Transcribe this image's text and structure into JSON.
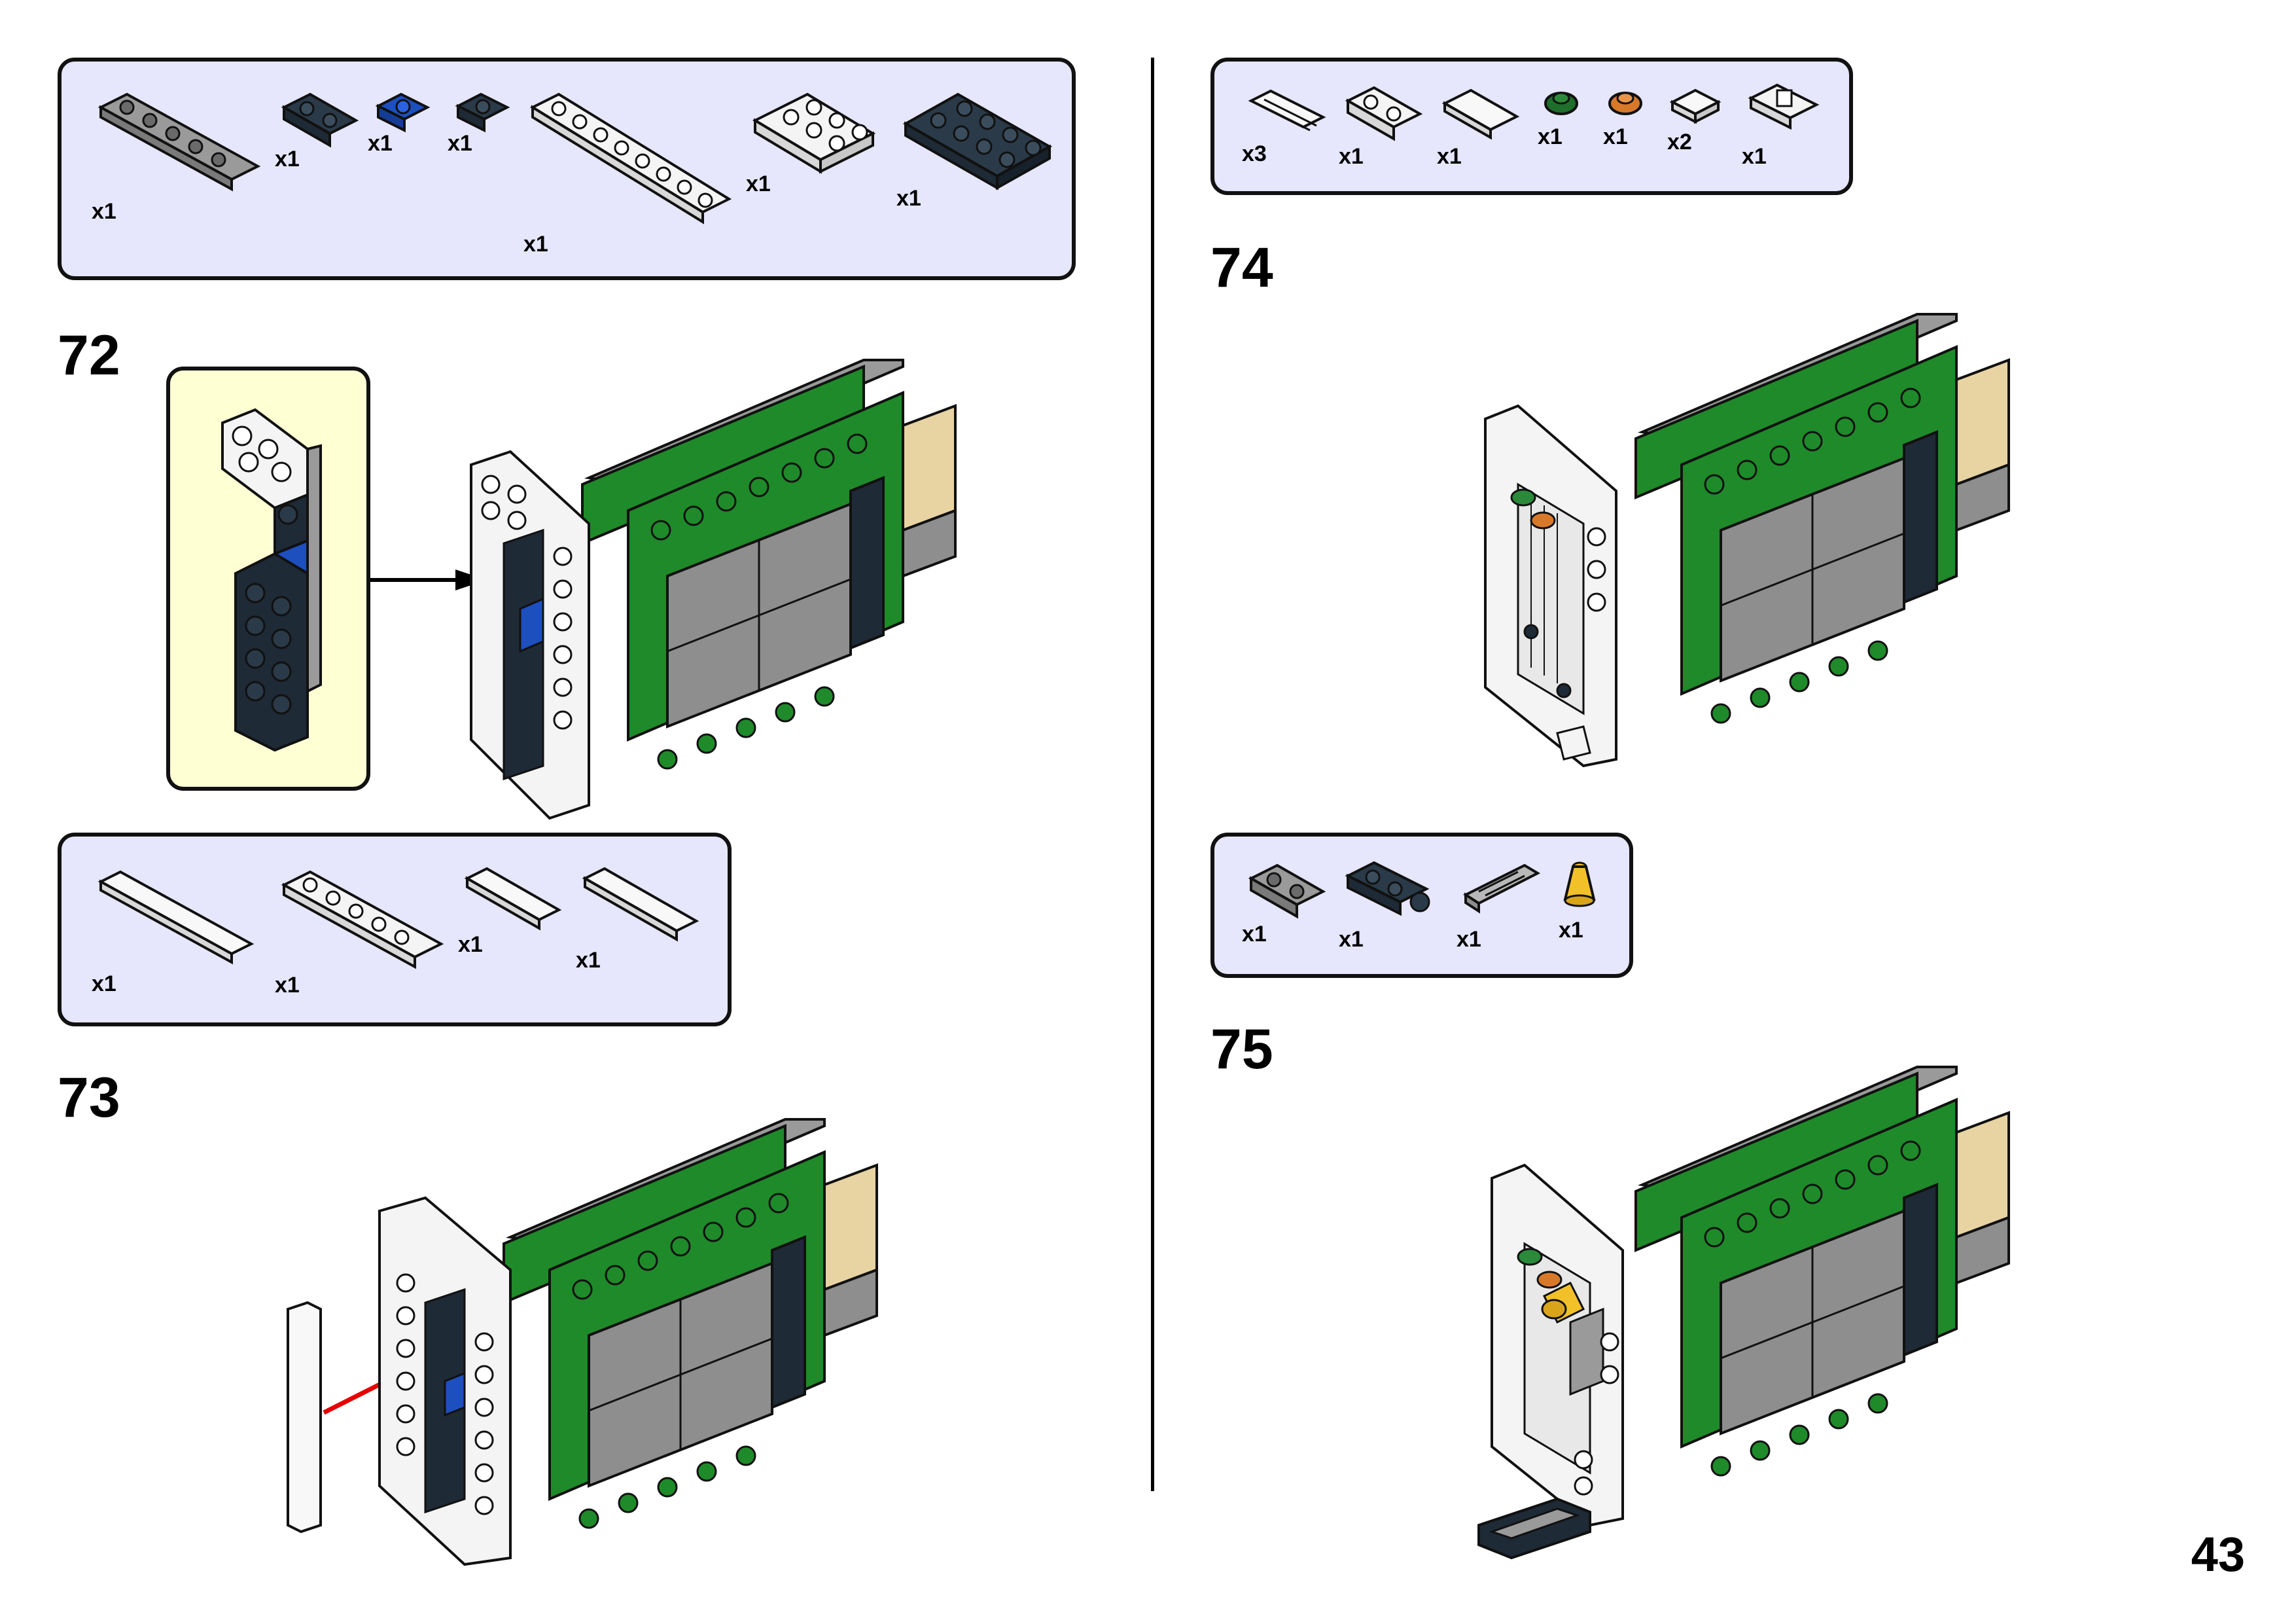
{
  "page": {
    "number": "43"
  },
  "colors": {
    "green": "#1f8a2a",
    "dark": "#1e2a36",
    "gray": "#8e8e8e",
    "tan": "#e8d3a3",
    "blue": "#1d4fbf",
    "parts_bg": "#e6e6fd",
    "callout_bg": "#ffffd4",
    "arrow_red": "#e60000"
  },
  "parts_list_1": [
    {
      "icon": "gray-plate-1x6-icon",
      "qty": "x1"
    },
    {
      "icon": "dark-plate-1x2-icon",
      "qty": "x1"
    },
    {
      "icon": "blue-plate-1x1-icon",
      "qty": "x1"
    },
    {
      "icon": "dark-plate-1x1-icon",
      "qty": "x1"
    },
    {
      "icon": "white-plate-1x8-icon",
      "qty": "x1"
    },
    {
      "icon": "white-plate-2x3-icon",
      "qty": "x1"
    },
    {
      "icon": "dark-plate-2x4-icon",
      "qty": "x1"
    }
  ],
  "parts_list_2": [
    {
      "icon": "white-tile-1x6-icon",
      "qty": "x1"
    },
    {
      "icon": "white-plate-1x6-icon",
      "qty": "x1"
    },
    {
      "icon": "white-tile-1x3-icon",
      "qty": "x1"
    },
    {
      "icon": "white-tile-1x4-icon",
      "qty": "x1"
    }
  ],
  "parts_list_3": [
    {
      "icon": "white-grille-tile-icon",
      "qty": "x3"
    },
    {
      "icon": "white-plate-1x2-icon",
      "qty": "x1"
    },
    {
      "icon": "white-tile-1x2-icon",
      "qty": "x1"
    },
    {
      "icon": "green-round-plate-icon",
      "qty": "x1"
    },
    {
      "icon": "orange-round-plate-icon",
      "qty": "x1"
    },
    {
      "icon": "white-tile-1x1-icon",
      "qty": "x2"
    },
    {
      "icon": "white-clip-plate-icon",
      "qty": "x1"
    }
  ],
  "parts_list_4": [
    {
      "icon": "gray-plate-1x2-icon",
      "qty": "x1"
    },
    {
      "icon": "dark-hinge-plate-icon",
      "qty": "x1"
    },
    {
      "icon": "gray-grille-tile-icon",
      "qty": "x1"
    },
    {
      "icon": "yellow-cone-icon",
      "qty": "x1"
    }
  ],
  "steps": [
    {
      "number": "72"
    },
    {
      "number": "73"
    },
    {
      "number": "74"
    },
    {
      "number": "75"
    }
  ]
}
